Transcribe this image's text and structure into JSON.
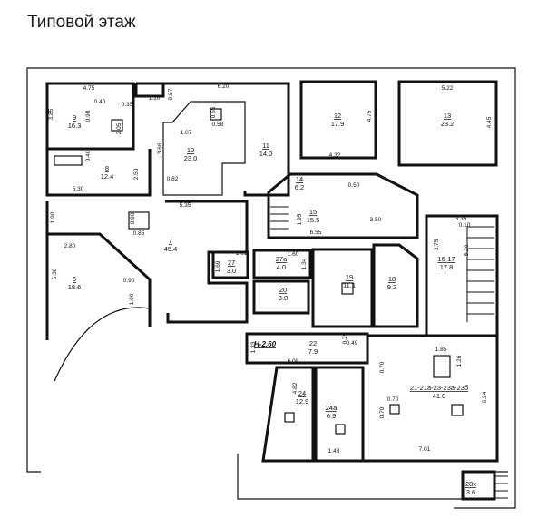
{
  "title": "Типовой этаж",
  "level_mark": "H-2.60",
  "rooms": [
    {
      "num": "9",
      "area": "16.3"
    },
    {
      "num": "8",
      "area": "12.4"
    },
    {
      "num": "10",
      "area": "23.0"
    },
    {
      "num": "11",
      "area": "14.0"
    },
    {
      "num": "12",
      "area": "17.9"
    },
    {
      "num": "13",
      "area": "23.2"
    },
    {
      "num": "14",
      "area": "6.2"
    },
    {
      "num": "15",
      "area": "15.5"
    },
    {
      "num": "7",
      "area": "45.4"
    },
    {
      "num": "6",
      "area": "18.6"
    },
    {
      "num": "27",
      "area": "3.0"
    },
    {
      "num": "27а",
      "area": "4.0"
    },
    {
      "num": "19",
      "area": "11.1"
    },
    {
      "num": "18",
      "area": "9.2"
    },
    {
      "num": "16-17",
      "area": "17.8"
    },
    {
      "num": "20",
      "area": "3.0"
    },
    {
      "num": "22",
      "area": "7.9"
    },
    {
      "num": "24",
      "area": "12.9"
    },
    {
      "num": "24а",
      "area": "6.9"
    },
    {
      "num": "21-21а-23-23а-23б",
      "area": "41.0"
    },
    {
      "num": "28х",
      "area": "3.6"
    }
  ],
  "dims": [
    "4.75",
    "0.40",
    "0.35",
    "3.85",
    "0.90",
    "2.05",
    "0.40",
    "2.50",
    "5.30",
    "1.10",
    "0.57",
    "6.20",
    "1.07",
    "0.55",
    "0.58",
    "3.66",
    "0.82",
    "4.32",
    "4.75",
    "5.22",
    "4.45",
    "0.50",
    "1.95",
    "3.50",
    "6.55",
    "3.35",
    "0.10",
    "3.75",
    "5.20",
    "5.35",
    "1.90",
    "0.90",
    "0.85",
    "2.80",
    "5.38",
    "0.90",
    "1.90",
    "1.61",
    "1.69",
    "1.60",
    "1.34",
    "0.29",
    "0.49",
    "1.33",
    "6.08",
    "4.82",
    "1.85",
    "1.26",
    "0.70",
    "0.70",
    "0.70",
    "6.24",
    "7.01",
    "1.43"
  ]
}
